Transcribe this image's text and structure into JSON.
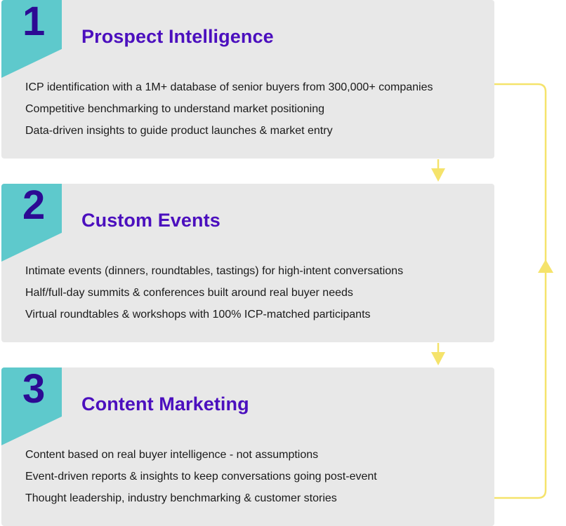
{
  "steps": [
    {
      "number": "1",
      "title": "Prospect Intelligence",
      "bullets": [
        "ICP identification with a 1M+ database of senior buyers from 300,000+ companies",
        "Competitive benchmarking to understand market positioning",
        "Data-driven insights to guide product launches & market entry"
      ]
    },
    {
      "number": "2",
      "title": "Custom Events",
      "bullets": [
        "Intimate events (dinners, roundtables, tastings) for high-intent conversations",
        "Half/full-day summits & conferences built around real buyer needs",
        "Virtual roundtables & workshops with 100% ICP-matched participants"
      ]
    },
    {
      "number": "3",
      "title": "Content Marketing",
      "bullets": [
        "Content based on real buyer intelligence - not assumptions",
        "Event-driven reports & insights to keep conversations going post-event",
        "Thought leadership, industry benchmarking & customer stories"
      ]
    }
  ],
  "colors": {
    "card_background": "#e8e8e8",
    "badge": "#5ec9cc",
    "number": "#2c0a93",
    "title": "#4b0fbe",
    "body_text": "#1a1a1a",
    "connector": "#f5e36b"
  }
}
